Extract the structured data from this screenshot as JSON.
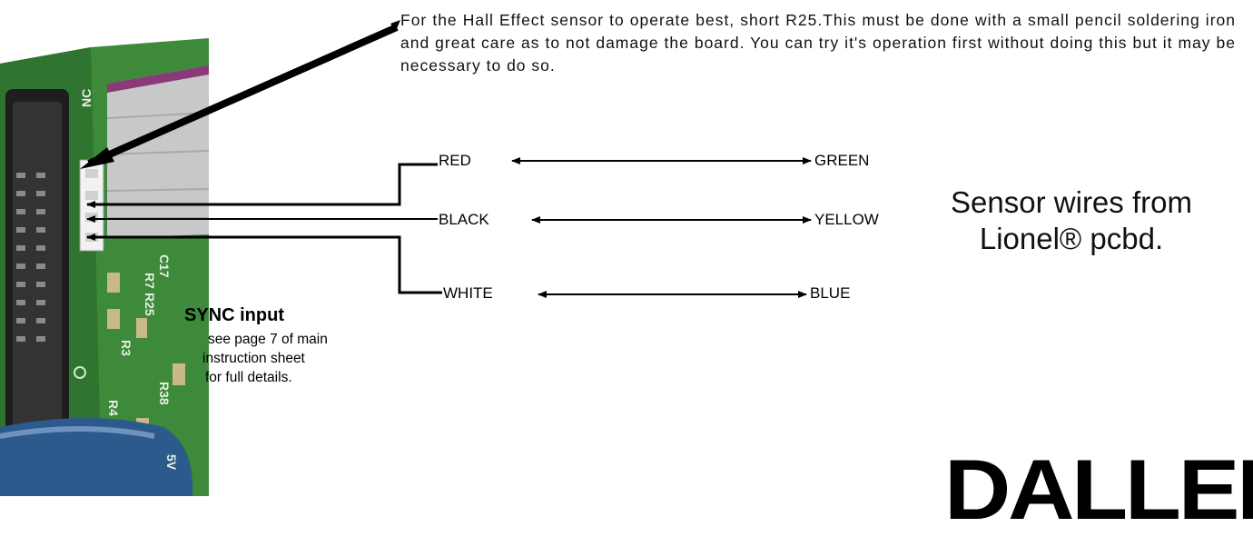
{
  "instruction_note": "For the Hall Effect sensor to operate best, short R25.This must be done with a small pencil soldering iron and great care as to not damage the board. You can try it's operation first without doing this but it may be necessary to do so.",
  "wires": [
    {
      "board_side": "RED",
      "lionel_side": "GREEN"
    },
    {
      "board_side": "BLACK",
      "lionel_side": "YELLOW"
    },
    {
      "board_side": "WHITE",
      "lionel_side": "BLUE"
    }
  ],
  "sensor_label": {
    "line1": "Sensor wires from",
    "line2": "Lionel® pcbd."
  },
  "sync": {
    "title": "SYNC input",
    "lines": [
      "see page 7 of main",
      "instruction sheet",
      "for full details."
    ]
  },
  "logo_text": "DALLEE",
  "board_silkscreen": [
    "NC",
    "R7",
    "R25",
    "C17",
    "R3",
    "R38",
    "R4",
    "5V"
  ],
  "colors": {
    "pcb_green": "#3c8a3a",
    "ribbon_grey": "#c8c8c8",
    "ribbon_purple": "#8a3a78",
    "capacitor_blue": "#2c5a8c"
  }
}
